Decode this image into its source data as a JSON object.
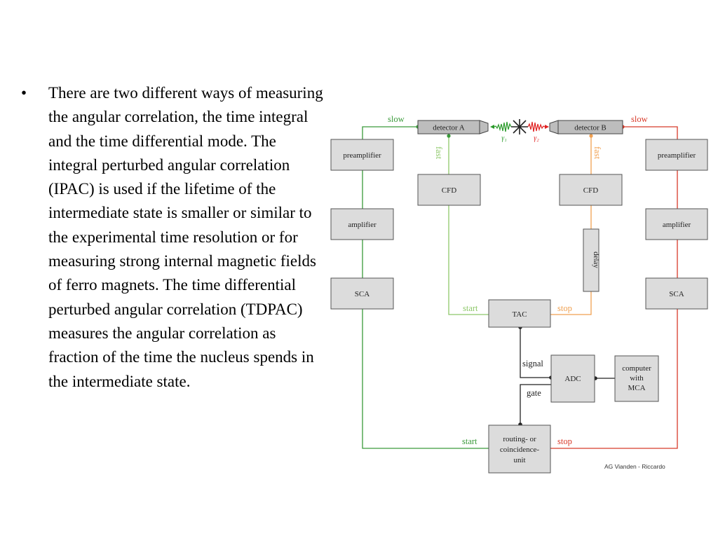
{
  "slide": {
    "bullet_symbol": "•",
    "bullet_text": "There are two different ways of measuring the angular correlation, the time integral and the time differential mode. The integral perturbed angular correlation (IPAC) is used if the lifetime of the intermediate state is smaller or similar to the experimental time resolution or for measuring strong internal magnetic fields of ferro magnets. The time differential perturbed angular correlation (TDPAC) measures the angular correlation as fraction of the time the nucleus spends in the intermediate state."
  },
  "diagram": {
    "detector_a": "detector A",
    "detector_b": "detector B",
    "gamma1": "γ₁",
    "gamma2": "γ₂",
    "preamp_left": "preamplifier",
    "preamp_right": "preamplifier",
    "amp_left": "amplifier",
    "amp_right": "amplifier",
    "sca_left": "SCA",
    "sca_right": "SCA",
    "cfd_left": "CFD",
    "cfd_right": "CFD",
    "delay": "delay",
    "tac": "TAC",
    "adc": "ADC",
    "computer": [
      "computer",
      "with",
      "MCA"
    ],
    "routing": [
      "routing- or",
      "coincidence-",
      "unit"
    ],
    "labels": {
      "slow_left": "slow",
      "slow_right": "slow",
      "fast_left": "fast",
      "fast_right": "fast",
      "start_tac": "start",
      "stop_tac": "stop",
      "signal": "signal",
      "gate": "gate",
      "start_routing": "start",
      "stop_routing": "stop"
    },
    "credit": "AG Vianden - Riccardo",
    "colors": {
      "green_wire": "#3a9a3a",
      "red_wire": "#d83a2a",
      "light_green": "#8ec86a",
      "orange": "#f0a050",
      "black": "#222222"
    }
  }
}
